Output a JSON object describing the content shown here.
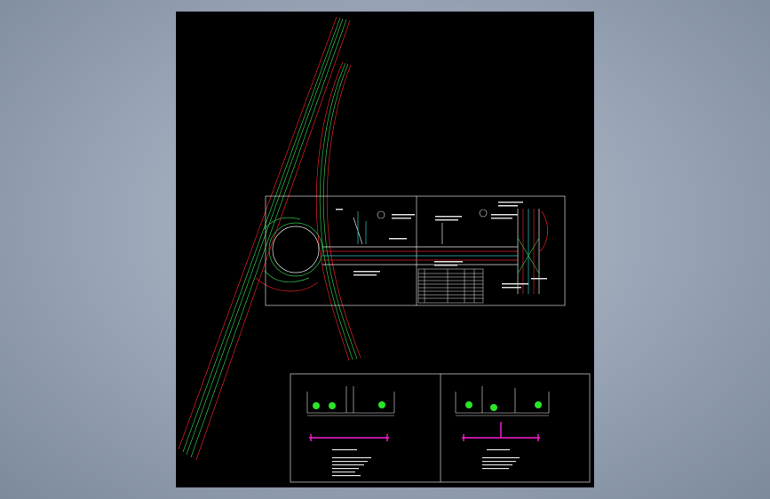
{
  "canvas": {
    "background": "#000000",
    "frame": "#ffffff"
  },
  "colors": {
    "road_green": "#2fbf4a",
    "road_red": "#e0202a",
    "road_cyan": "#28c8c8",
    "accent_magenta": "#ff1cd6",
    "tree_green": "#29e629",
    "text": "#dcdcdc"
  },
  "plan": {
    "intersection_symbol": "roundabout",
    "table_rows": 8,
    "callouts": 10
  },
  "sections": {
    "left": {
      "trees": 3
    },
    "right": {
      "trees": 3
    }
  }
}
